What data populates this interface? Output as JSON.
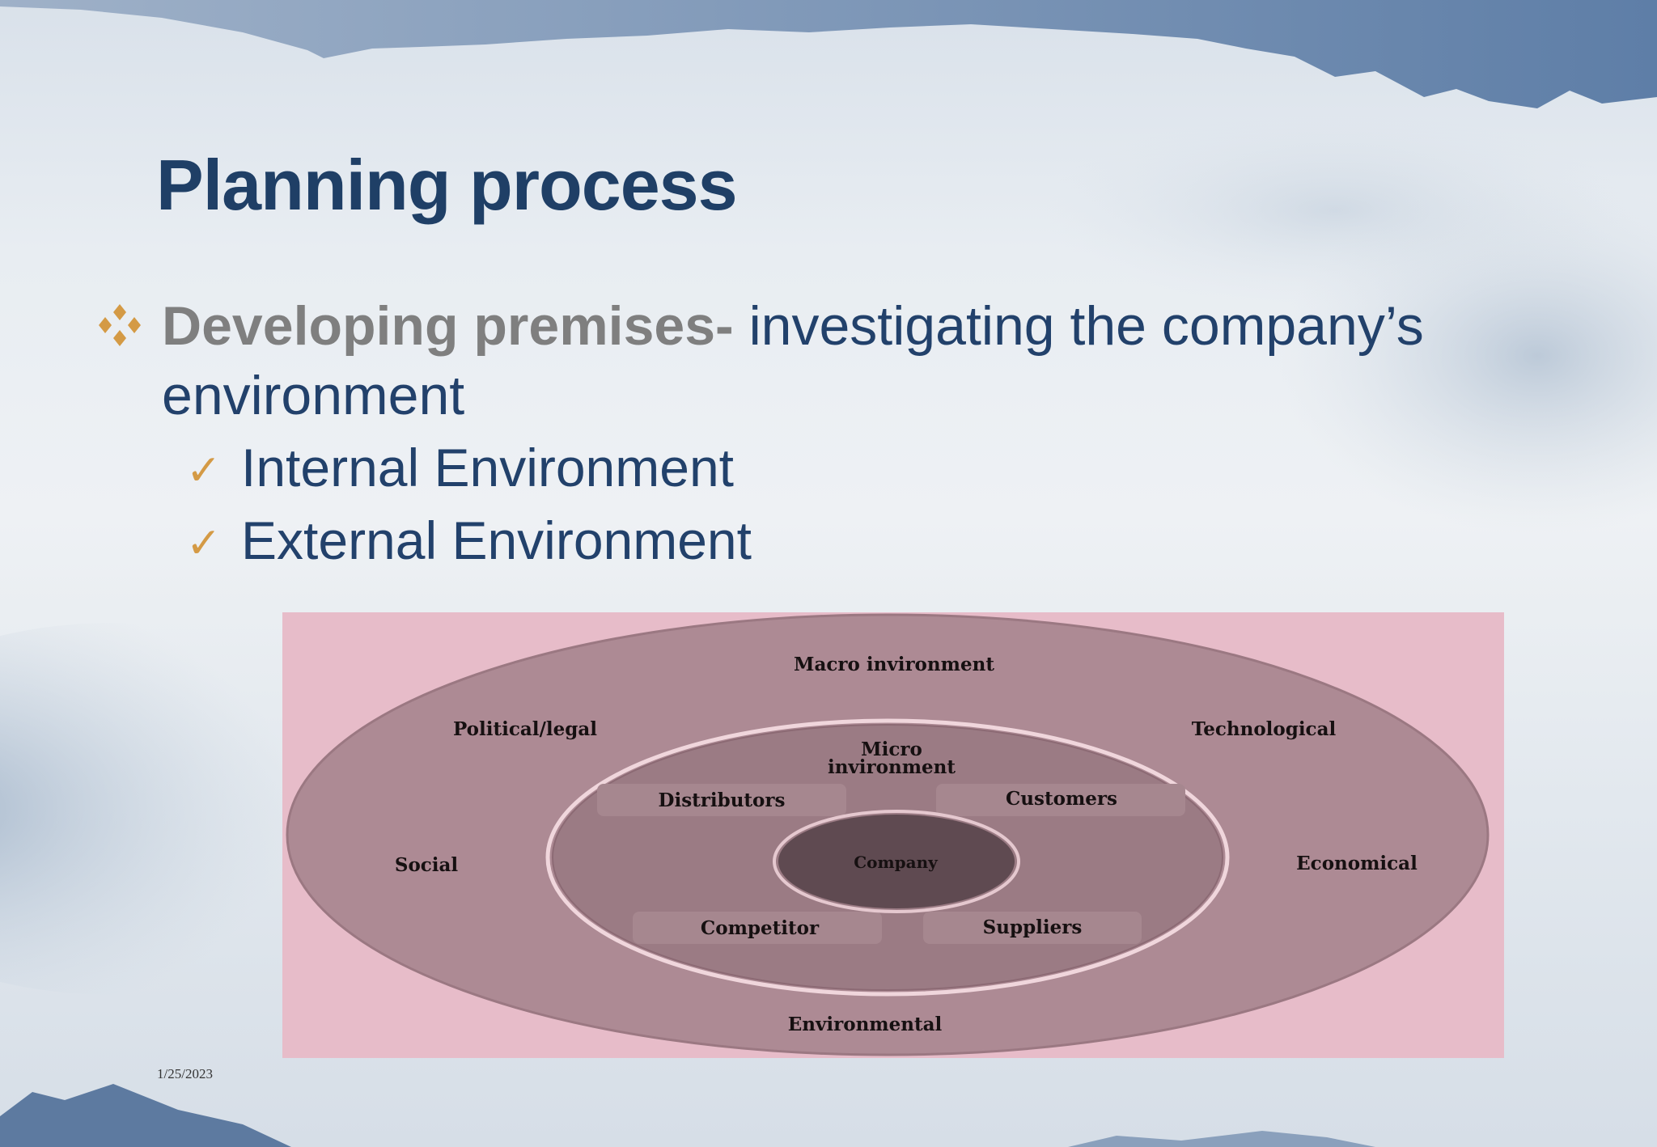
{
  "slide": {
    "title": "Planning process",
    "date": "1/25/2023"
  },
  "bullet": {
    "icon": "four-diamond-bullet-icon",
    "lead": "Developing premises-",
    "text": " investigating the company’s environment",
    "sub_items": [
      "Internal Environment",
      "External Environment"
    ],
    "sub_icon": "checkmark-icon"
  },
  "diagram": {
    "outer_title": "Macro invironment",
    "macro_factors": {
      "top_left": "Political/legal",
      "top_right": "Technological",
      "left": "Social",
      "right": "Economical",
      "bottom": "Environmental"
    },
    "micro_title_line1": "Micro",
    "micro_title_line2": "invironment",
    "micro_factors": {
      "top_left": "Distributors",
      "top_right": "Customers",
      "bottom_left": "Competitor",
      "bottom_right": "Suppliers"
    },
    "center": "Company"
  },
  "colors": {
    "title": "#1f3f66",
    "body_text": "#22416b",
    "lead_text": "#7f7f7f",
    "accent": "#d49a45",
    "diagram_bg": "#e7bcc9"
  }
}
